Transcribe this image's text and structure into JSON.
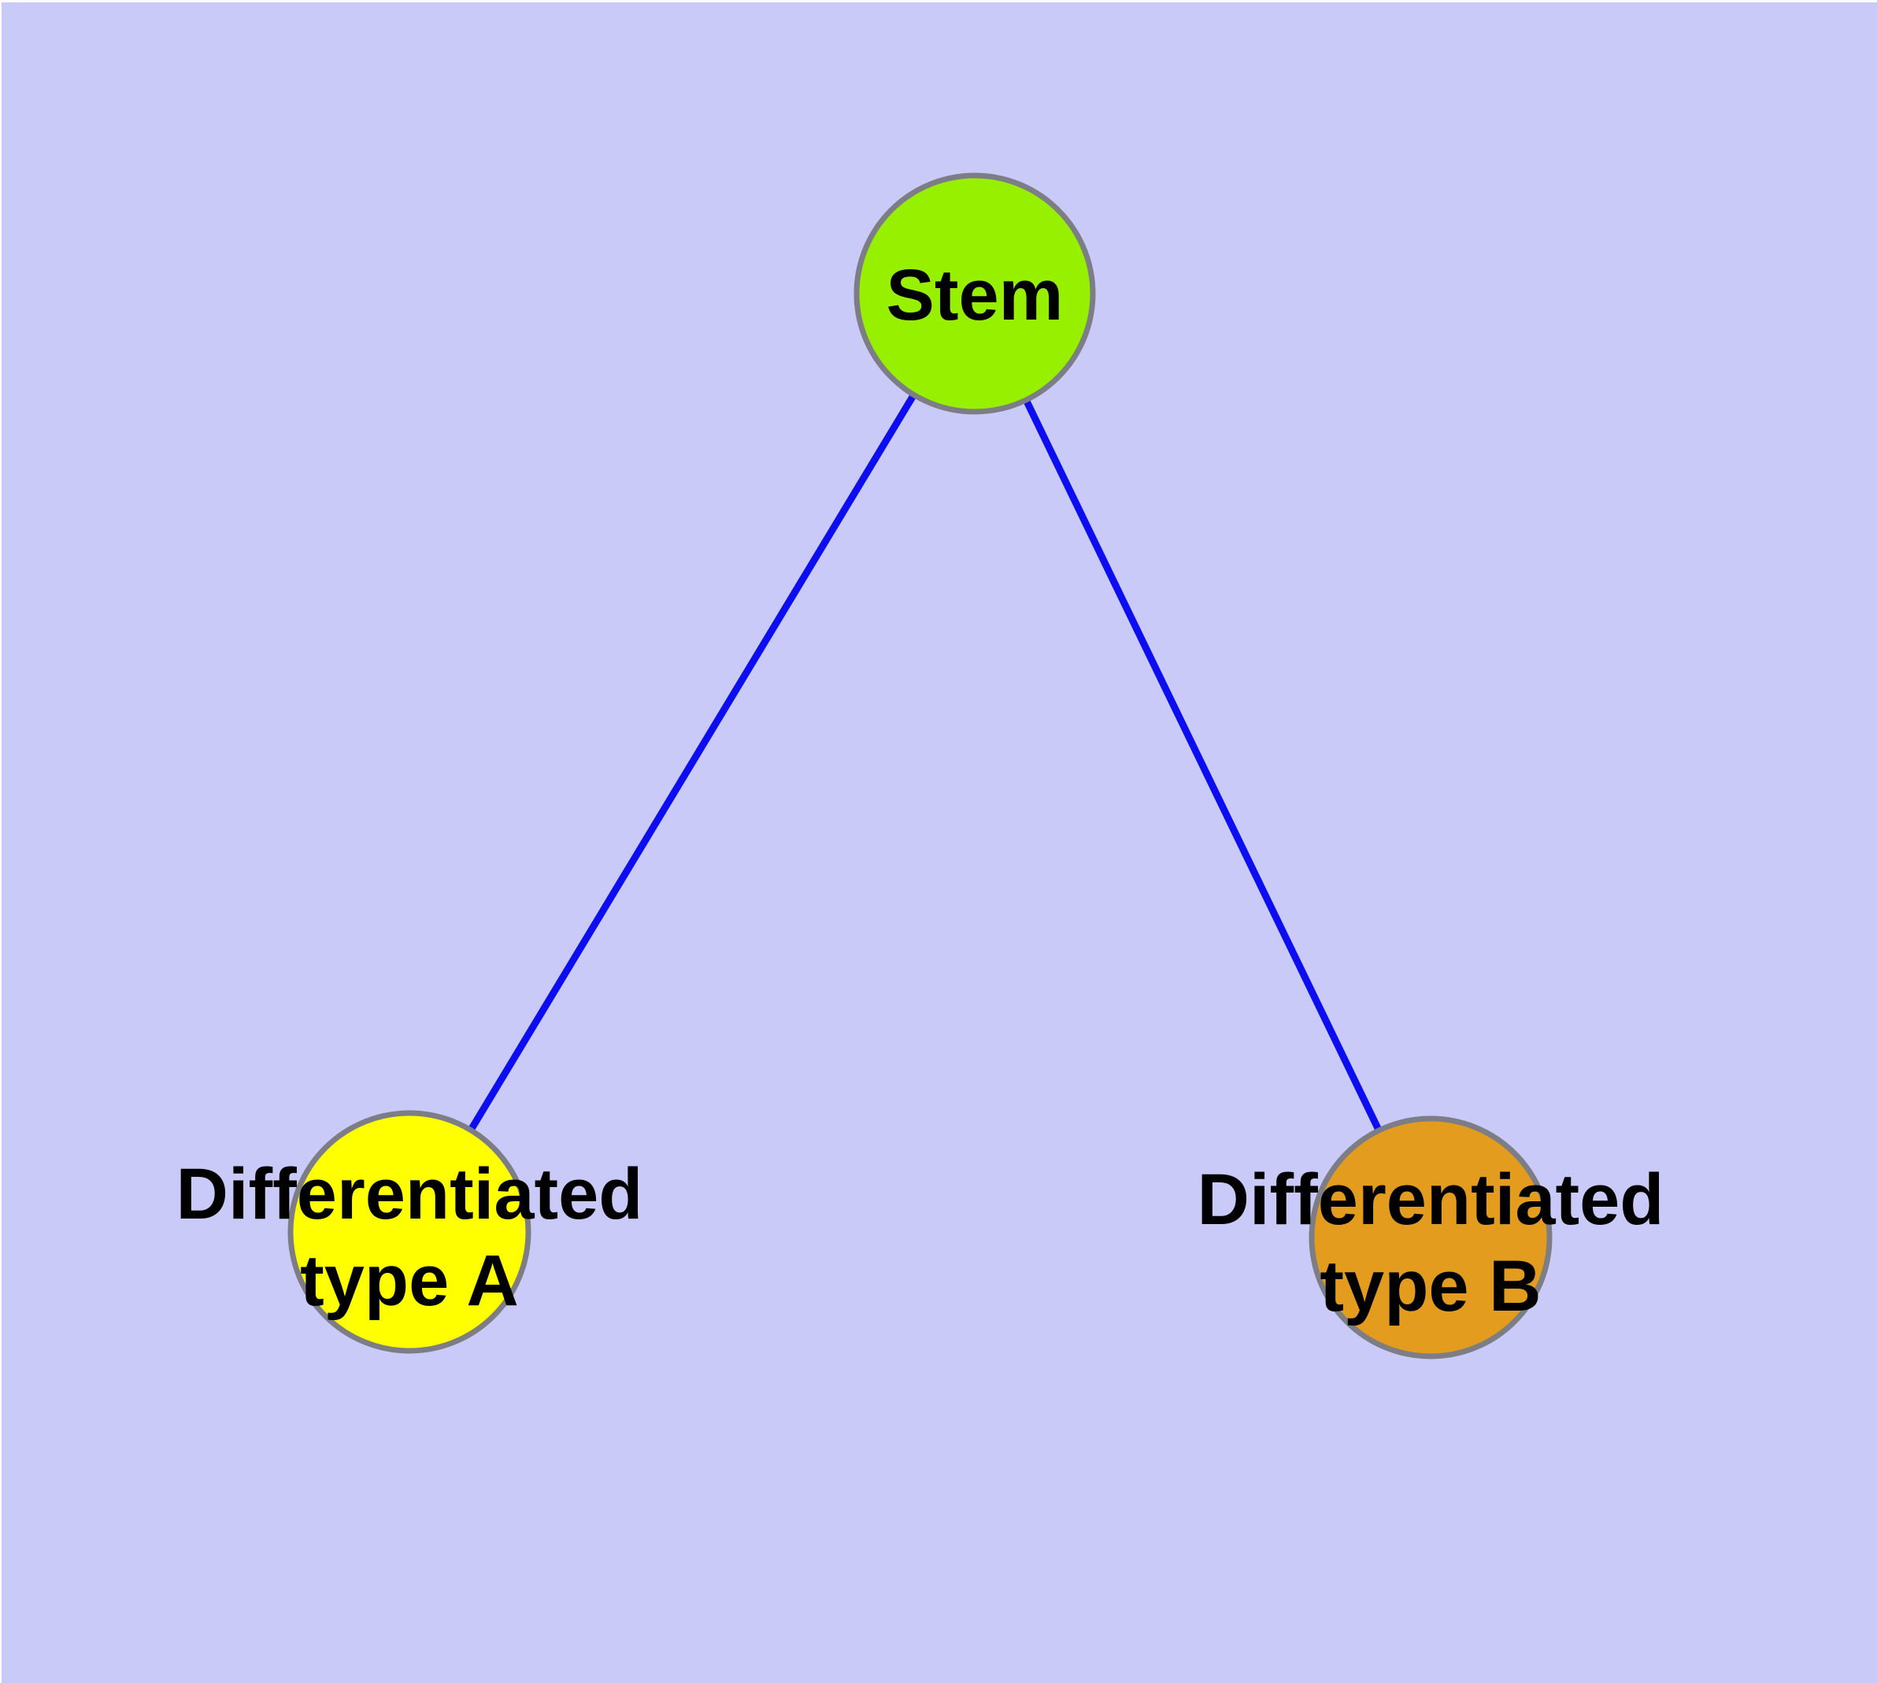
{
  "diagram": {
    "background_color": "#CACAF8",
    "frame_color": "#FFFFFF",
    "edge_color": "#0D0DF2",
    "node_border_color": "#7D7D86",
    "label_color": "#000000",
    "nodes": [
      {
        "id": "stem",
        "label": "Stem",
        "fill": "#97F000"
      },
      {
        "id": "differentiated-type-a",
        "label": "Differentiated type A",
        "label_line1": "Differentiated",
        "label_line2": "type A",
        "fill": "#FFFF00"
      },
      {
        "id": "differentiated-type-b",
        "label": "Differentiated type B",
        "label_line1": "Differentiated",
        "label_line2": "type B",
        "fill": "#E39C1E"
      }
    ],
    "edges": [
      {
        "from": "stem",
        "to": "differentiated-type-a"
      },
      {
        "from": "stem",
        "to": "differentiated-type-b"
      }
    ]
  }
}
